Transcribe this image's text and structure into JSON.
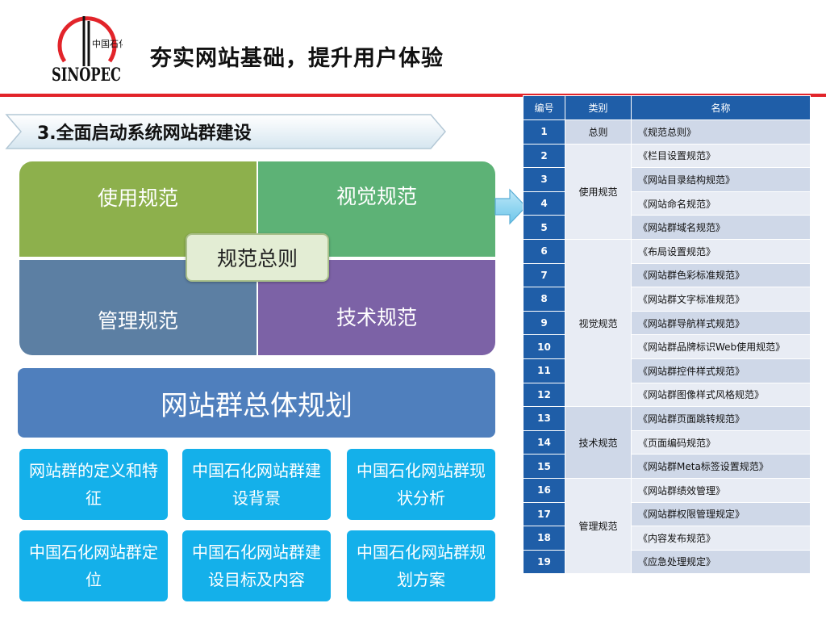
{
  "header": {
    "title": "夯实网站基础，提升用户体验",
    "logo_text": "SINOPEC",
    "logo_chinese": "中国石化"
  },
  "section": {
    "title": "3.全面启动系统网站群建设"
  },
  "quadrant": {
    "top_left": "使用规范",
    "top_right": "视觉规范",
    "bottom_left": "管理规范",
    "bottom_right": "技术规范",
    "center": "规范总则"
  },
  "plan": {
    "title": "网站群总体规划"
  },
  "boxes": [
    "网站群的定义和特征",
    "中国石化网站群建设背景",
    "中国石化网站群现状分析",
    "中国石化网站群定位",
    "中国石化网站群建设目标及内容",
    "中国石化网站群规划方案"
  ],
  "table": {
    "headers": [
      "编号",
      "类别",
      "名称"
    ],
    "categories": [
      "总则",
      "使用规范",
      "视觉规范",
      "技术规范",
      "管理规范"
    ],
    "rows": [
      {
        "num": "1",
        "name": "《规范总则》"
      },
      {
        "num": "2",
        "name": "《栏目设置规范》"
      },
      {
        "num": "3",
        "name": "《网站目录结构规范》"
      },
      {
        "num": "4",
        "name": "《网站命名规范》"
      },
      {
        "num": "5",
        "name": "《网站群域名规范》"
      },
      {
        "num": "6",
        "name": "《布局设置规范》"
      },
      {
        "num": "7",
        "name": "《网站群色彩标准规范》"
      },
      {
        "num": "8",
        "name": "《网站群文字标准规范》"
      },
      {
        "num": "9",
        "name": "《网站群导航样式规范》"
      },
      {
        "num": "10",
        "name": "《网站群品牌标识Web使用规范》"
      },
      {
        "num": "11",
        "name": "《网站群控件样式规范》"
      },
      {
        "num": "12",
        "name": "《网站群图像样式风格规范》"
      },
      {
        "num": "13",
        "name": "《网站群页面跳转规范》"
      },
      {
        "num": "14",
        "name": "《页面编码规范》"
      },
      {
        "num": "15",
        "name": "《网站群Meta标签设置规范》"
      },
      {
        "num": "16",
        "name": "《网站群绩效管理》"
      },
      {
        "num": "17",
        "name": "《网站群权限管理规定》"
      },
      {
        "num": "18",
        "name": "《内容发布规范》"
      },
      {
        "num": "19",
        "name": "《应急处理规定》"
      }
    ]
  },
  "colors": {
    "brand_red": "#e2242a",
    "header_blue": "#1f5ea8",
    "box_cyan": "#14b0ea",
    "plan_blue": "#4f7fbd"
  }
}
